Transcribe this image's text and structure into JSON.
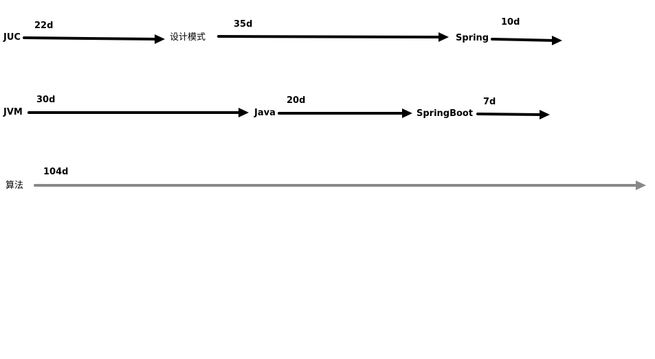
{
  "rows": [
    {
      "nodes": [
        "JUC",
        "设计模式",
        "Spring"
      ],
      "durations": [
        "22d",
        "35d",
        "10d"
      ]
    },
    {
      "nodes": [
        "JVM",
        "Java",
        "SpringBoot"
      ],
      "durations": [
        "30d",
        "20d",
        "7d"
      ]
    },
    {
      "nodes": [
        "算法"
      ],
      "durations": [
        "104d"
      ]
    }
  ],
  "colors": {
    "arrow": "#000000",
    "arrow_muted": "#888888",
    "text": "#000000"
  }
}
